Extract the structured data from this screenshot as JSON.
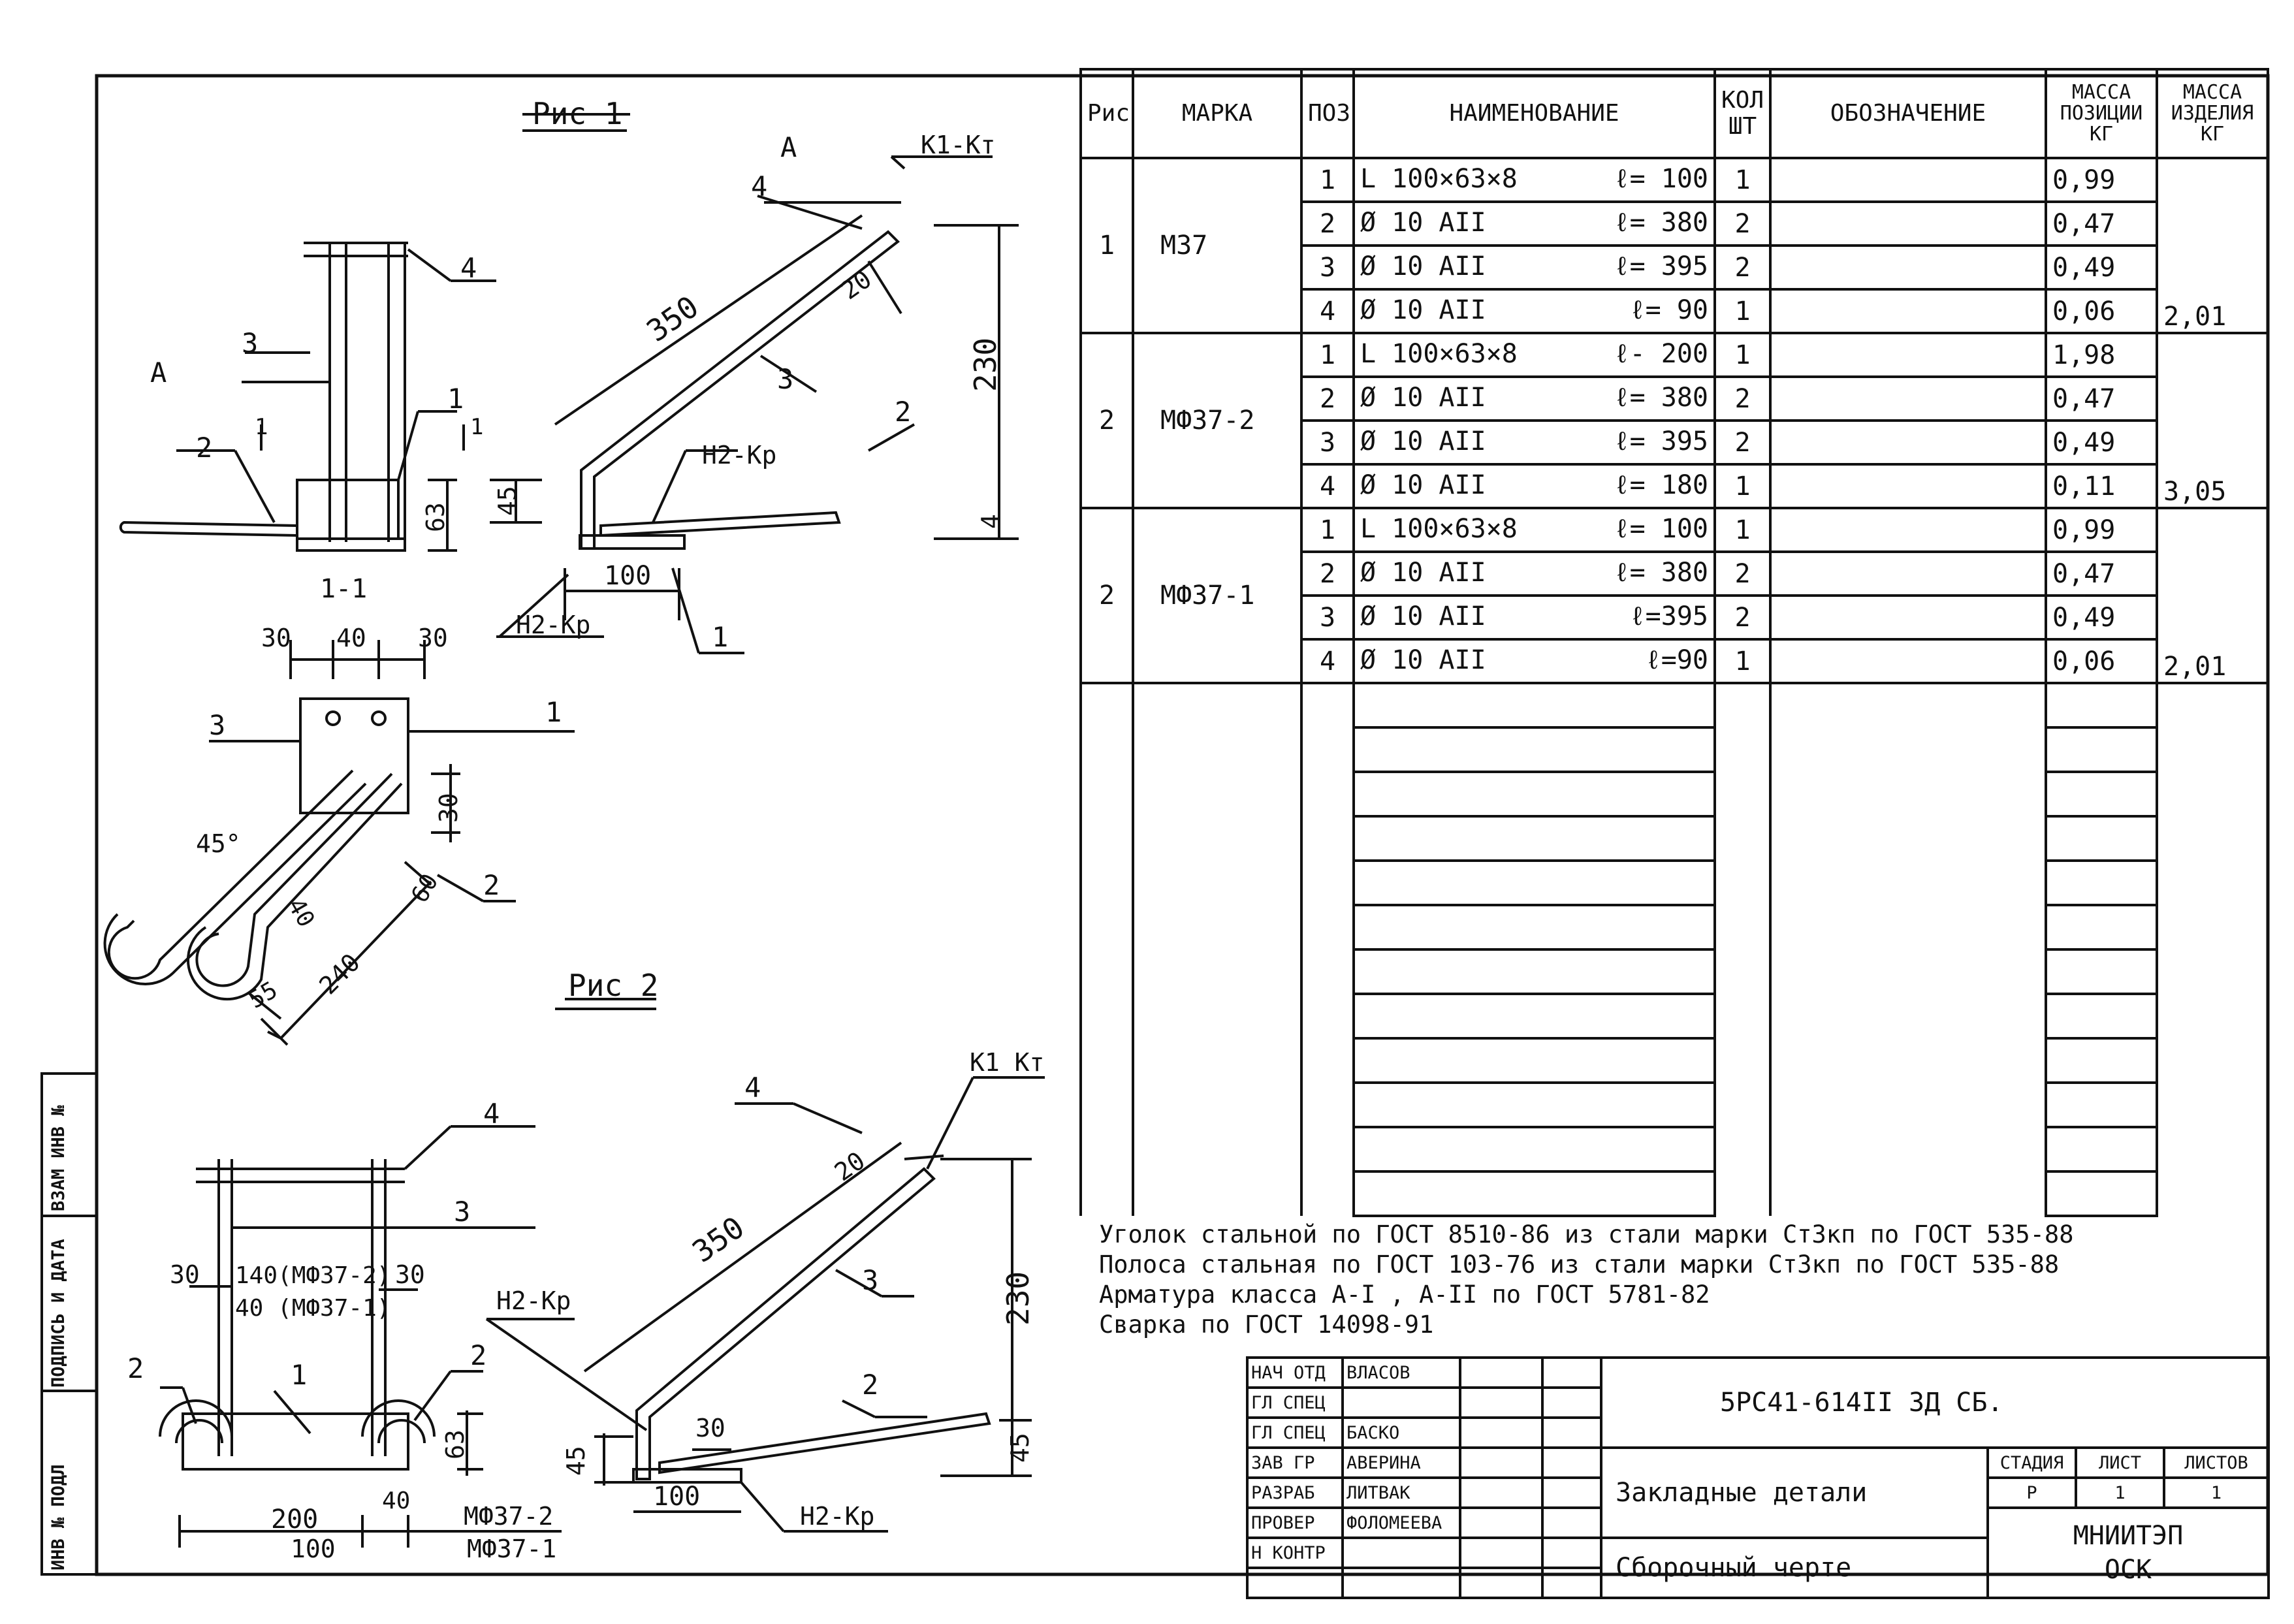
{
  "figures": {
    "fig1_title": "Рис 1",
    "fig2_title": "Рис 2",
    "section_label": "1-1",
    "view_label": "А",
    "view_arrow_label": "А",
    "fig1_labels": {
      "weld_top": "К1-Кт",
      "weld_mid": "Н2-Кр",
      "weld_low": "Н2-Кр",
      "d350": "350",
      "d230": "230",
      "d20": "20",
      "d45": "45",
      "d100": "100",
      "d63": "63",
      "d4": "4",
      "d30a": "30",
      "d40": "40",
      "d30b": "30",
      "d30v": "30",
      "d60": "60",
      "d45deg": "45°",
      "d40b": "40",
      "d240": "240",
      "d55": "55",
      "p1": "1",
      "p2": "2",
      "p3": "3",
      "p4": "4",
      "cut": "1"
    },
    "fig2_labels": {
      "weld_top": "К1 Кт",
      "weld_mid": "Н2-Кр",
      "weld_low": "Н2-Кр",
      "d350": "350",
      "d230": "230",
      "d20": "20",
      "d45": "45",
      "d30": "30",
      "d100": "100",
      "d45b": "45",
      "d30l": "30",
      "d140": "140(МФ37-2)",
      "d40m": "40 (МФ37-1)",
      "d30r": "30",
      "d63": "63",
      "d200": "200",
      "d100b": "100",
      "d40": "40",
      "mf372": "МФ37-2",
      "mf371": "МФ37-1",
      "p1": "1",
      "p2": "2",
      "p3": "3",
      "p4": "4"
    }
  },
  "spec_table": {
    "headers": {
      "ris": "Рис",
      "marka": "МАРКА",
      "poz": "ПОЗ",
      "naim": "НАИМЕНОВАНИЕ",
      "kol": "КОЛ ШТ",
      "oboz": "ОБОЗНАЧЕНИЕ",
      "mass_pos": "МАССА ПОЗИЦИИ КГ",
      "mass_izd": "МАССА ИЗДЕЛИЯ КГ"
    },
    "groups": [
      {
        "ris": "1",
        "marka": "М37",
        "mass_izd": "2,01",
        "rows": [
          {
            "poz": "1",
            "name": "L 100×63×8",
            "len": "ℓ= 100",
            "qty": "1",
            "mass": "0,99"
          },
          {
            "poz": "2",
            "name": "Ø 10 АII",
            "len": "ℓ= 380",
            "qty": "2",
            "mass": "0,47"
          },
          {
            "poz": "3",
            "name": "Ø 10 АII",
            "len": "ℓ= 395",
            "qty": "2",
            "mass": "0,49"
          },
          {
            "poz": "4",
            "name": "Ø 10 АII",
            "len": "ℓ= 90",
            "qty": "1",
            "mass": "0,06"
          }
        ]
      },
      {
        "ris": "2",
        "marka": "МФ37-2",
        "mass_izd": "3,05",
        "rows": [
          {
            "poz": "1",
            "name": "L 100×63×8",
            "len": "ℓ- 200",
            "qty": "1",
            "mass": "1,98"
          },
          {
            "poz": "2",
            "name": "Ø 10 АII",
            "len": "ℓ= 380",
            "qty": "2",
            "mass": "0,47"
          },
          {
            "poz": "3",
            "name": "Ø 10 АII",
            "len": "ℓ= 395",
            "qty": "2",
            "mass": "0,49"
          },
          {
            "poz": "4",
            "name": "Ø 10 АII",
            "len": "ℓ= 180",
            "qty": "1",
            "mass": "0,11"
          }
        ]
      },
      {
        "ris": "2",
        "marka": "МФ37-1",
        "mass_izd": "2,01",
        "rows": [
          {
            "poz": "1",
            "name": "L 100×63×8",
            "len": "ℓ= 100",
            "qty": "1",
            "mass": "0,99"
          },
          {
            "poz": "2",
            "name": "Ø 10 АII",
            "len": "ℓ= 380",
            "qty": "2",
            "mass": "0,47"
          },
          {
            "poz": "3",
            "name": "Ø 10 АII",
            "len": "ℓ=395",
            "qty": "2",
            "mass": "0,49"
          },
          {
            "poz": "4",
            "name": "Ø 10 АII",
            "len": "ℓ=90",
            "qty": "1",
            "mass": "0,06"
          }
        ]
      }
    ]
  },
  "notes": [
    "Уголок стальной по ГОСТ 8510-86 из стали марки Ст3кп по ГОСТ 535-88",
    "Полоса стальная по ГОСТ 103-76 из стали марки Ст3кп по ГОСТ 535-88",
    "Арматура класса А-I , А-II по ГОСТ 5781-82",
    "Сварка по ГОСТ 14098-91"
  ],
  "title_block": {
    "roles": [
      "НАЧ ОТД",
      "ГЛ СПЕЦ",
      "ГЛ СПЕЦ",
      "ЗАВ ГР",
      "РАЗРАБ",
      "ПРОВЕР",
      "Н КОНТР"
    ],
    "names": [
      "ВЛАСОВ",
      "",
      "БАСКО",
      "АВЕРИНА",
      "ЛИТВАК",
      "ФОЛОМЕЕВА",
      ""
    ],
    "doc_code": "5РС41-614II ЗД СБ.",
    "title": "Закладные детали",
    "subtitle": "Сборочный черте",
    "stage_label": "СТАДИЯ",
    "sheet_label": "ЛИСТ",
    "sheets_label": "ЛИСТОВ",
    "stage": "Р",
    "sheet": "1",
    "sheets": "1",
    "org": "МНИИТЭП",
    "org_sub": "ОСК"
  },
  "side_strip": [
    "ИНВ № ПОДЛ",
    "ПОДПИСЬ И ДАТА",
    "ВЗАМ ИНВ №"
  ]
}
